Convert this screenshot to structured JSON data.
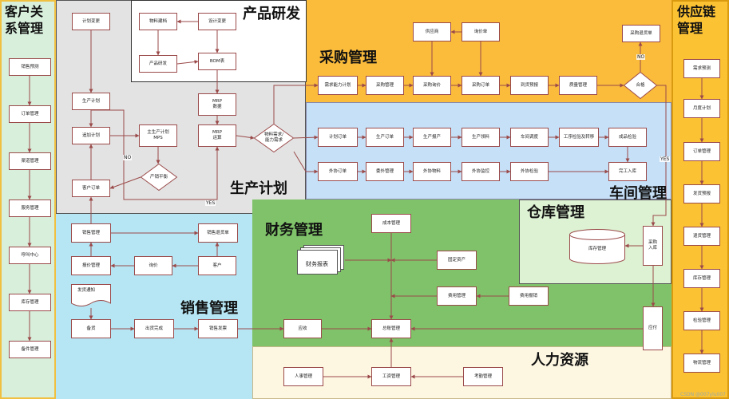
{
  "regions": {
    "crm": "客户关\n系管理",
    "supply": "供应链\n管理",
    "rd": "产品研发",
    "purchase": "采购管理",
    "planning": "生产计划",
    "workshop": "车间管理",
    "warehouse": "仓库管理",
    "finance": "财务管理",
    "sales": "销售管理",
    "hr": "人力资源"
  },
  "nodes": {
    "crm_forecast": "销售预测",
    "crm_order": "订单管理",
    "crm_channel": "渠道管理",
    "crm_service": "服务管理",
    "crm_callcenter": "呼叫中心",
    "crm_stock": "库存管理",
    "crm_parts": "备件管理",
    "sc_demand": "需求预测",
    "sc_monthplan": "月度计划",
    "sc_order": "订单管理",
    "sc_ship": "发货预报",
    "sc_return": "退货管理",
    "sc_stock": "库存管理",
    "sc_check": "检验管理",
    "sc_logistics": "物流管理",
    "rd_material": "物料建档",
    "rd_design": "设计变更",
    "rd_develop": "产品研发",
    "rd_bom": "BOM表",
    "pl_change": "计划变更",
    "pl_prodplan": "生产计划",
    "pl_addplan": "追加计划",
    "pl_mps": "主生产计划\nMPS",
    "pl_custorder": "客户订单",
    "pl_mrp1": "MRP\n数据",
    "pl_mrp2": "MRP\n运算",
    "pu_supplier": "供应商",
    "pu_inquiry": "询价单",
    "pu_capacity": "需求能力计划",
    "pu_manage": "采购管理",
    "pu_compare": "采购询价",
    "pu_order": "采购订单",
    "pu_arrival": "到货预报",
    "pu_quality": "质量管理",
    "pu_return": "采购退货单",
    "ws_planorder": "计划订单",
    "ws_prodorder": "生产订单",
    "ws_report": "生产报产",
    "ws_material": "生产领料",
    "ws_dispatch": "车间调度",
    "ws_transfer": "工序检验及转移",
    "ws_finish": "成品检验",
    "ws_outorder": "外协订单",
    "ws_outmanage": "委外管理",
    "ws_outmaterial": "外协物料",
    "ws_outmonitor": "外协监控",
    "ws_outcheck": "外协检验",
    "ws_complete": "完工入库",
    "wh_stock": "库存管理",
    "wh_purchasein": "采购\n入库",
    "wh_payable": "应付",
    "fi_cost": "成本管理",
    "fi_report": "财务报表",
    "fi_asset": "固定资产",
    "fi_expense": "费用管理",
    "fi_reimburse": "费用报销",
    "fi_ledger": "总账管理",
    "fi_receivable": "应收",
    "sa_manage": "销售管理",
    "sa_return": "销售退货单",
    "sa_quote": "报价管理",
    "sa_inquiry": "询价",
    "sa_customer": "客户",
    "sa_notice": "发货通知",
    "sa_prepare": "备货",
    "sa_shipped": "出货完成",
    "sa_invoice": "销售发票",
    "hr_personnel": "人事管理",
    "hr_salary": "工资管理",
    "hr_attendance": "考勤管理"
  },
  "diamonds": {
    "sales_balance": "产销平衡",
    "mat_demand": "物料需求/\n能力需求",
    "qualified": "合格"
  },
  "labels": {
    "no1": "NO",
    "no2": "NO",
    "yes1": "YES",
    "yes2": "YES"
  },
  "watermark": "CSDN @007ylu007",
  "colors": {
    "crm_bg": "#d8efdc",
    "supply_bg": "#fbc234",
    "rd_bg": "#ffffff",
    "purchase_bg": "#fbbc3c",
    "planning_bg": "#e3e3e3",
    "workshop_bg": "#c5e0f7",
    "warehouse_bg": "#ddf1d3",
    "finance_bg": "#7fc269",
    "sales_bg": "#b6e6f4",
    "hr_bg": "#fdf6e1",
    "border": "#9b4a4a"
  }
}
